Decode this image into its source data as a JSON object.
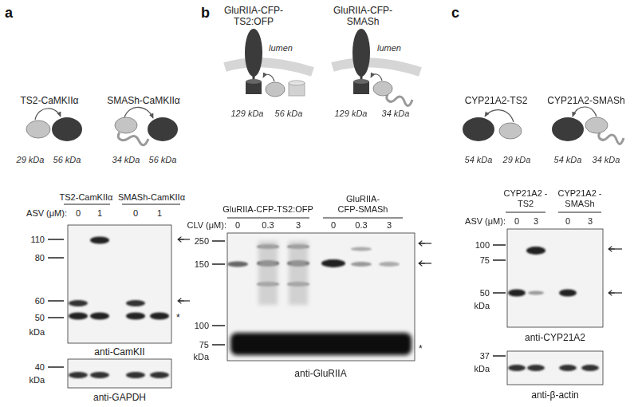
{
  "diagram": {
    "labels": [
      "a",
      "TS2-CaMKIIα",
      "SMASh-CaMKIIα",
      "29 kDa",
      "56 kDa",
      "34 kDa",
      "56 kDa",
      "TS2-CamKIIα",
      "SMASh-CamKIIα",
      "ASV (μM):",
      "0",
      "1",
      "0",
      "1",
      "110",
      "80",
      "60",
      "50",
      "*",
      "kDa",
      "anti-CamKII",
      "40",
      "kDa",
      "anti-GAPDH",
      "b",
      "GluRIIA-CFP- TS2:OFP",
      "GluRIIA-CFP- SMASh",
      "lumen",
      "lumen",
      "129 kDa",
      "56 kDa",
      "129 kDa",
      "34 kDa",
      "GluRIIA-CFP-TS2:OFP",
      "GluRIIA- CFP-SMASh",
      "CLV (μM):",
      "0",
      "0.3",
      "3",
      "0",
      "0.3",
      "3",
      "250",
      "150",
      "100",
      "75",
      "kDa",
      "*",
      "anti-GluRIIA",
      "c",
      "CYP21A2-TS2",
      "CYP21A2-SMASh",
      "54 kDa",
      "29 kDa",
      "54 kDa",
      "34 kDa",
      "CYP21A2 -TS2",
      "CYP21A2 -SMASh",
      "ASV (μM):",
      "0",
      "3",
      "0",
      "3",
      "100",
      "75",
      "50",
      "kDa",
      "anti-CYP21A2",
      "37",
      "kDa",
      "anti-β-actin"
    ]
  }
}
